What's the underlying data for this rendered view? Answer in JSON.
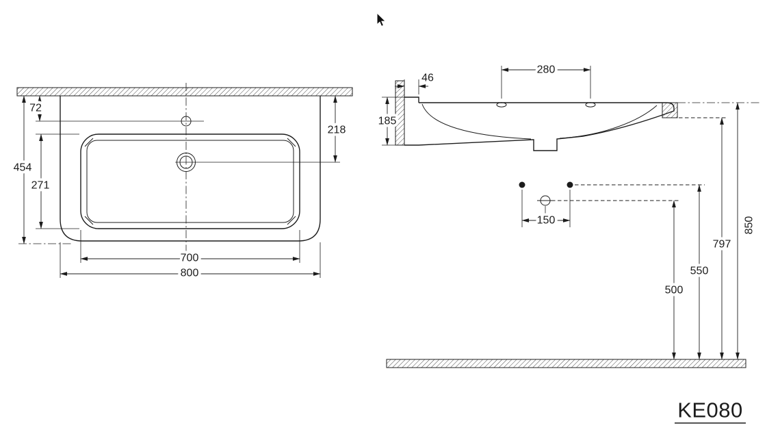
{
  "drawing": {
    "model_label": "KE080",
    "line_color": "#1c1c1c",
    "background_color": "#ffffff",
    "plan_view": {
      "dims": {
        "wall_to_tap": "72",
        "overall_depth": "454",
        "bowl_depth": "271",
        "wall_to_drain": "218",
        "bowl_width": "700",
        "overall_width": "800"
      }
    },
    "side_view": {
      "dims": {
        "tap_hole_spacing": "280",
        "back_ledge_depth": "46",
        "basin_height": "185",
        "connection_spacing": "150",
        "drain_height": "500",
        "supply_height": "550",
        "fixing_height": "797",
        "rim_height": "850"
      }
    },
    "cursor_icon": "mouse-cursor"
  }
}
